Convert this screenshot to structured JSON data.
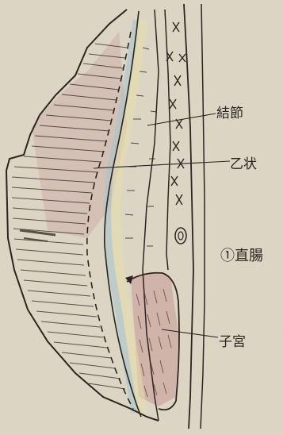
{
  "labels": [
    {
      "id": "label-1",
      "text": "結節"
    },
    {
      "id": "label-2",
      "text": "乙状"
    },
    {
      "id": "label-3",
      "text": "①直腸"
    },
    {
      "id": "label-4",
      "text": "子宮"
    }
  ],
  "colors": {
    "paper": "#ddd6c4",
    "ink": "#2b2520",
    "pink_wash": "#c79a9a",
    "blue_wash": "#a9c4cf",
    "yellow_wash": "#e6dfa8"
  }
}
